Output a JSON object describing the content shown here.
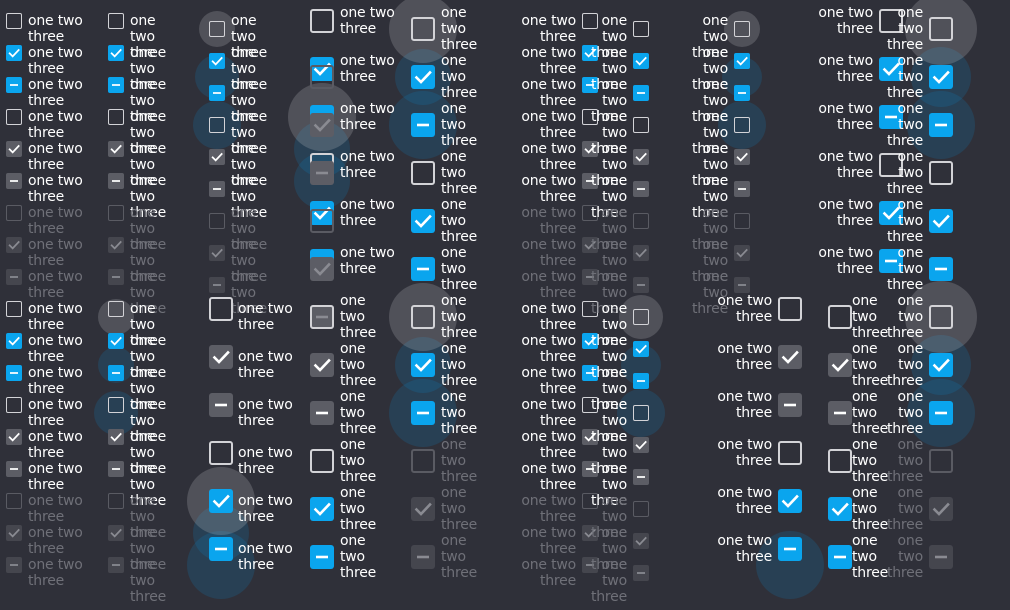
{
  "label_words": [
    "one",
    "two",
    "three"
  ],
  "colors": {
    "background": "#2f3039",
    "accent": "#0aa5ee",
    "text": "#ffffff",
    "disabled_text": "#6f7078",
    "unchecked_border": "#d3d3d7"
  },
  "icons": {
    "checked": "check-mark-icon",
    "partial": "minus-icon"
  },
  "checkbox_states": [
    "unchecked",
    "checked",
    "partial"
  ],
  "variants": [
    "accent",
    "neutral",
    "disabled"
  ]
}
